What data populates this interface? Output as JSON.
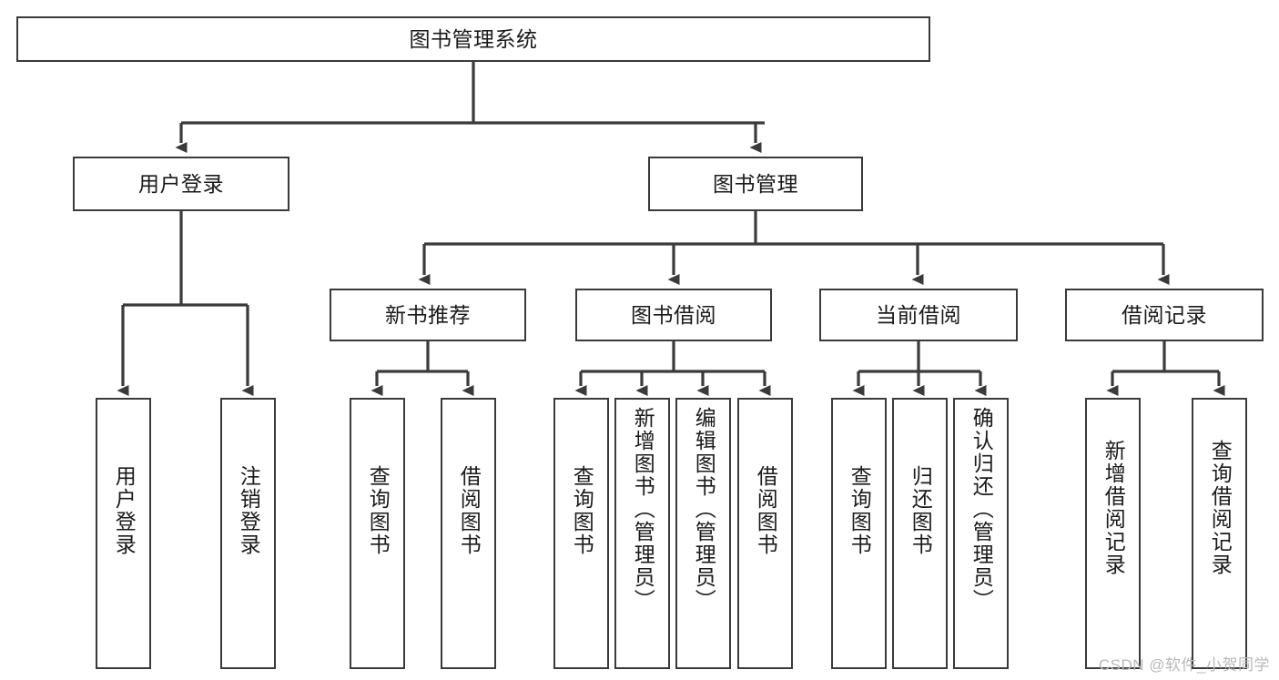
{
  "diagram": {
    "type": "tree-hierarchy-chart",
    "title": "图书管理系统",
    "orientation": "top-down",
    "colors": {
      "stroke": "#3a3a3a",
      "fill": "#ffffff",
      "text": "#1a1a1a",
      "watermark": "#b8b8b8"
    }
  },
  "nodes": {
    "root": {
      "label": "图书管理系统"
    },
    "level2": [
      {
        "label": "用户登录"
      },
      {
        "label": "图书管理"
      }
    ],
    "level3": [
      {
        "label": "新书推荐"
      },
      {
        "label": "图书借阅"
      },
      {
        "label": "当前借阅"
      },
      {
        "label": "借阅记录"
      }
    ],
    "leaves": {
      "user_login": [
        {
          "label": "用户登录"
        },
        {
          "label": "注销登录"
        }
      ],
      "new_book_recommend": [
        {
          "label": "查询图书"
        },
        {
          "label": "借阅图书"
        }
      ],
      "book_borrow": [
        {
          "label": "查询图书"
        },
        {
          "label": "新增图书（管理员）"
        },
        {
          "label": "编辑图书（管理员）"
        },
        {
          "label": "借阅图书"
        }
      ],
      "current_borrow": [
        {
          "label": "查询图书"
        },
        {
          "label": "归还图书"
        },
        {
          "label": "确认归还（管理员）"
        }
      ],
      "borrow_record": [
        {
          "label": "新增借阅记录"
        },
        {
          "label": "查询借阅记录"
        }
      ]
    }
  },
  "watermark": {
    "text": "CSDN @软件_小贺同学"
  }
}
